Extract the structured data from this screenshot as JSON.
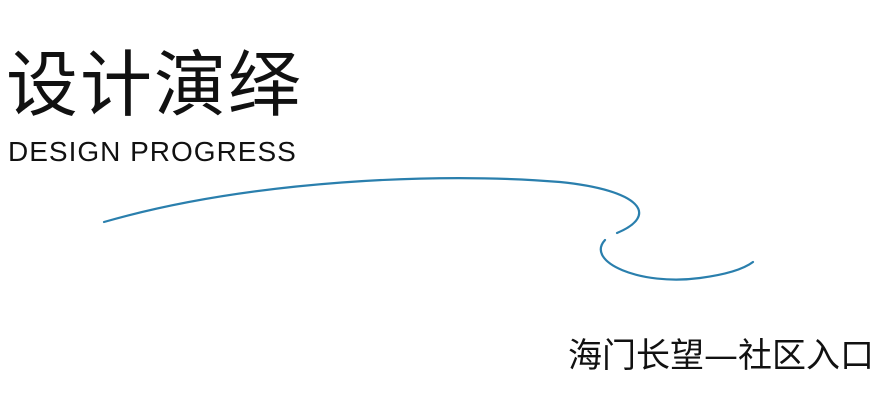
{
  "header": {
    "title_cn": "设计演绎",
    "title_en": "DESIGN PROGRESS"
  },
  "decoration": {
    "curve_color": "#2a7fad"
  },
  "caption": {
    "text": "海门长望—社区入口"
  }
}
